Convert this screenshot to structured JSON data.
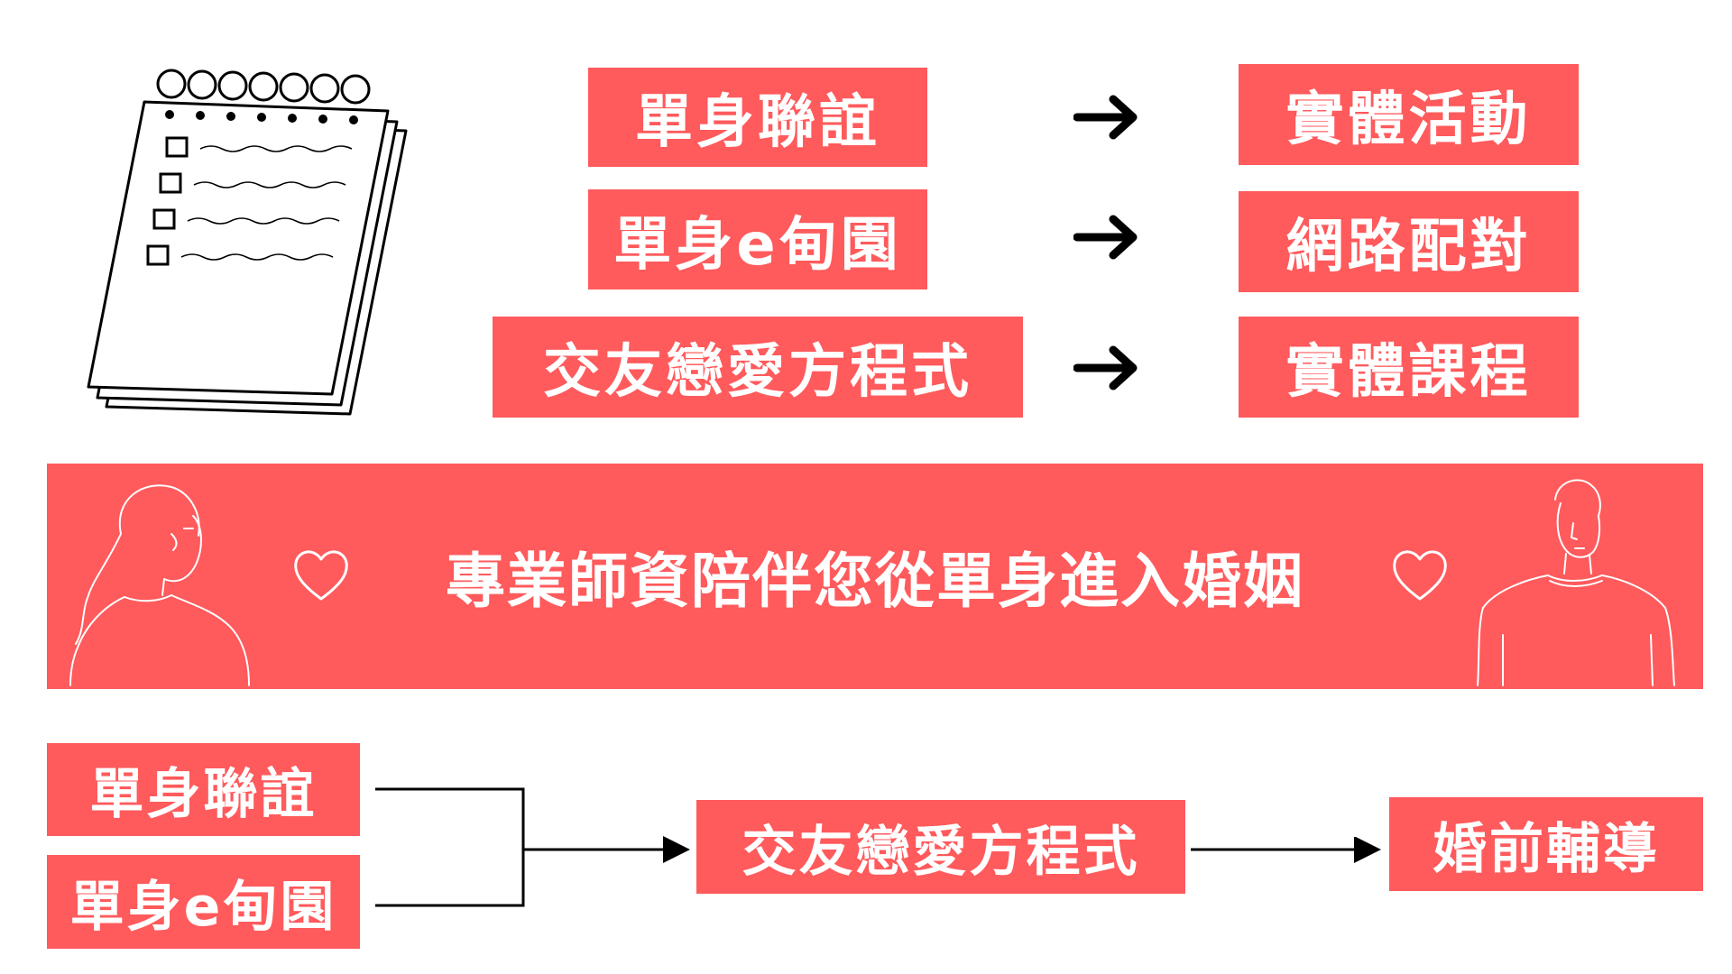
{
  "colors": {
    "accent": "#ff5a5c",
    "text_on_accent": "#ffffff",
    "ink": "#000000"
  },
  "top_flow": [
    {
      "from": "單身聯誼",
      "to": "實體活動"
    },
    {
      "from": "單身e甸園",
      "to": "網路配對"
    },
    {
      "from": "交友戀愛方程式",
      "to": "實體課程"
    }
  ],
  "banner": {
    "text": "專業師資陪伴您從單身進入婚姻"
  },
  "bottom_flow": {
    "input_a": "單身聯誼",
    "input_b": "單身e甸園",
    "middle": "交友戀愛方程式",
    "final": "婚前輔導"
  },
  "icons": [
    "notepad-checklist-icon",
    "arrow-right-icon",
    "heart-icon",
    "woman-illustration",
    "man-illustration"
  ]
}
